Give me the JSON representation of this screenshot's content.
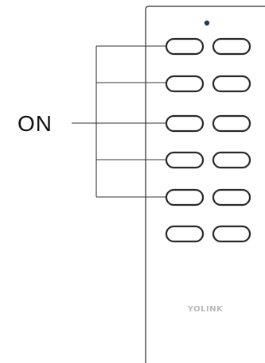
{
  "callout": {
    "label": "ON",
    "targets": "left-column-buttons-1-to-5"
  },
  "remote": {
    "brand": "YOLINK",
    "button_rows": 6,
    "button_columns": 2,
    "status_led": "dark-blue-dot"
  },
  "colors": {
    "outline": "#2a2a2a",
    "led": "#1f3a5a",
    "brand_text": "#b9b9b9",
    "lines": "#333333"
  }
}
